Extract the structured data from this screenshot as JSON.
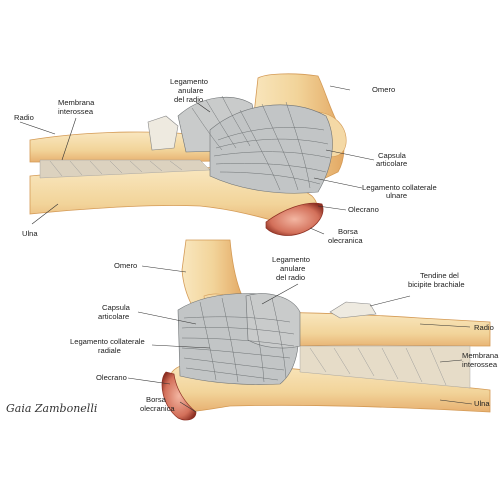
{
  "colors": {
    "bone": "#f2d49a",
    "bone_light": "#f9e7bf",
    "bone_shadow": "#e3a863",
    "ligament": "#b9bcbd",
    "ligament_dark": "#6f7375",
    "bursa": "#d3705a",
    "bursa_dark": "#8c2f22",
    "cartilage": "#f4f1e8"
  },
  "top_view": {
    "labels": {
      "radio": "Radio",
      "membrana_1": "Membrana",
      "membrana_2": "interossea",
      "legamento_anulare_1": "Legamento",
      "legamento_anulare_2": "anulare",
      "legamento_anulare_3": "del radio",
      "omero": "Omero",
      "capsula_1": "Capsula",
      "capsula_2": "articolare",
      "collaterale_1": "Legamento collaterale",
      "collaterale_2": "ulnare",
      "olecrano": "Olecrano",
      "borsa_1": "Borsa",
      "borsa_2": "olecranica",
      "ulna": "Ulna"
    }
  },
  "bottom_view": {
    "labels": {
      "omero": "Omero",
      "legamento_anulare_1": "Legamento",
      "legamento_anulare_2": "anulare",
      "legamento_anulare_3": "del radio",
      "tendine_1": "Tendine del",
      "tendine_2": "bicipite brachiale",
      "capsula_1": "Capsula",
      "capsula_2": "articolare",
      "radio": "Radio",
      "collaterale_1": "Legamento collaterale",
      "collaterale_2": "radiale",
      "membrana_1": "Membrana",
      "membrana_2": "interossea",
      "olecrano": "Olecrano",
      "borsa_1": "Borsa",
      "borsa_2": "olecranica",
      "ulna": "Ulna"
    }
  },
  "signature": "Gaia Zambonelli"
}
